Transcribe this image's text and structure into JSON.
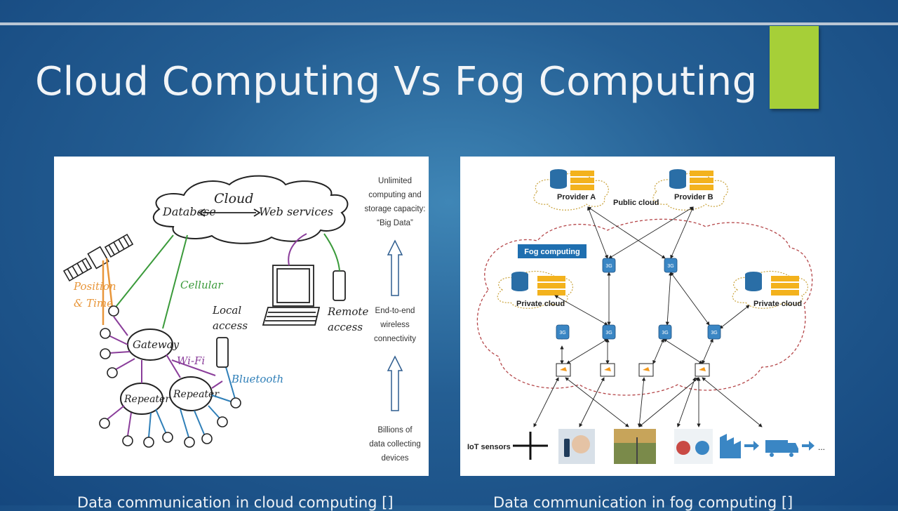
{
  "slide": {
    "title": "Cloud Computing Vs Fog Computing",
    "accent_color": "#a6cf38",
    "background_color": "#245e93"
  },
  "cloud_diagram": {
    "cloud_label": "Cloud",
    "database": "Database",
    "web_services": "Web services",
    "position": "Position",
    "time": "& Time",
    "cellular": "Cellular",
    "gateway": "Gateway",
    "repeater": "Repeater",
    "wifi": "Wi-Fi",
    "local": "Local",
    "access": "access",
    "bluetooth": "Bluetooth",
    "remote": "Remote",
    "remote_access": "access",
    "side_top": [
      "Unlimited",
      "computing and",
      "storage capacity:",
      "“Big Data”"
    ],
    "side_mid": [
      "End-to-end",
      "wireless",
      "connectivity"
    ],
    "side_bottom": [
      "Billions of",
      "data collecting",
      "devices"
    ]
  },
  "fog_diagram": {
    "provider_a": "Provider A",
    "provider_b": "Provider B",
    "public_cloud": "Public cloud",
    "fog_computing": "Fog computing",
    "private_cloud": "Private cloud",
    "iot_sensors": "IoT sensors",
    "ellipsis": "...",
    "node_label": "3G"
  },
  "captions": {
    "left": "Data communication in cloud computing []",
    "right": "Data communication in fog computing []"
  }
}
